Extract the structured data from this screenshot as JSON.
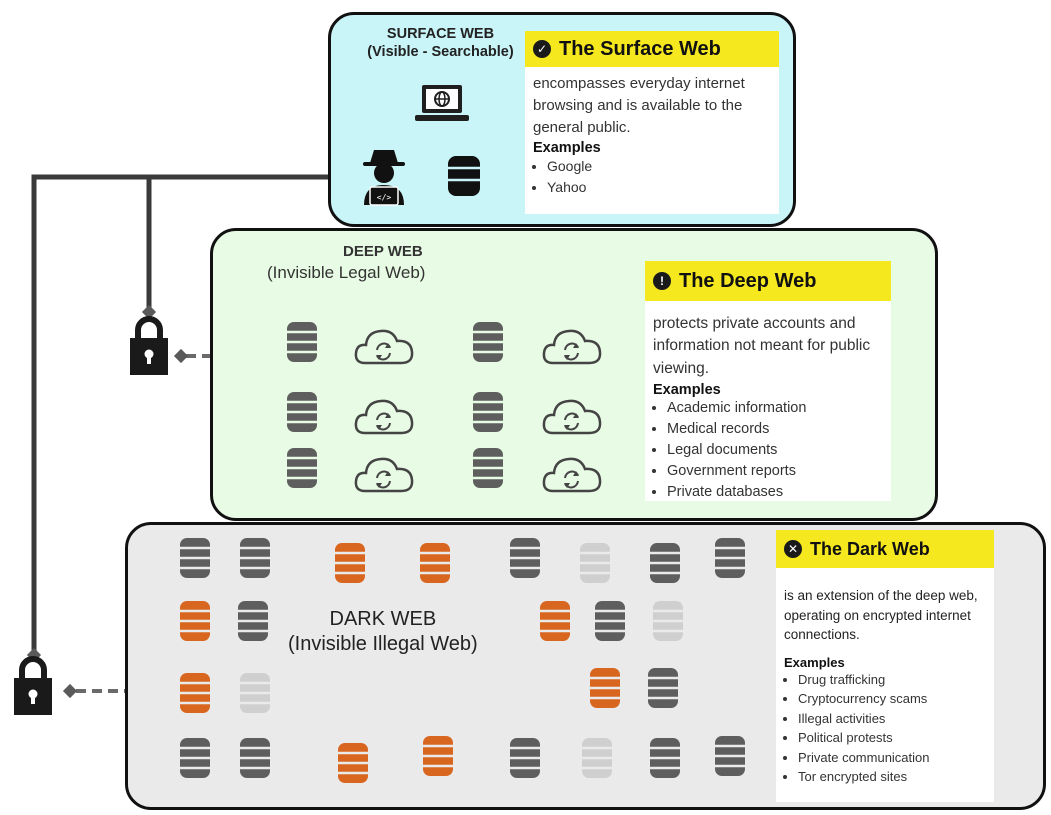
{
  "colors": {
    "surface_bg": "#c9f4f8",
    "deep_bg": "#e8fbe4",
    "dark_bg": "#eaeaea",
    "highlight": "#f5e81e",
    "db_gray": "#5e5e5e",
    "db_orange": "#d9661f",
    "db_light": "#cfcfcf",
    "line": "#3a3a3a"
  },
  "surface": {
    "title_line1": "SURFACE WEB",
    "title_line2": "(Visible - Searchable)",
    "info": {
      "badge_icon": "check-circle-icon",
      "heading": "The Surface Web",
      "description": "encompasses everyday internet browsing and is available to the general public.",
      "examples_label": "Examples",
      "examples": [
        "Google",
        "Yahoo"
      ]
    },
    "icons": [
      "laptop-globe-icon",
      "hacker-icon",
      "database-icon"
    ]
  },
  "deep": {
    "title_line1": "DEEP WEB",
    "title_line2": "(Invisible Legal Web)",
    "info": {
      "badge_icon": "exclamation-circle-icon",
      "heading": "The Deep Web",
      "description": "protects private accounts and information not meant for public viewing.",
      "examples_label": "Examples",
      "examples": [
        "Academic information",
        "Medical records",
        "Legal documents",
        "Government reports",
        "Private databases"
      ]
    },
    "icons": [
      "database-icon",
      "cloud-sync-icon"
    ]
  },
  "dark": {
    "title_line1": "DARK WEB",
    "title_line2": "(Invisible Illegal Web)",
    "info": {
      "badge_icon": "x-circle-icon",
      "heading": "The Dark Web",
      "description": "is an extension of the deep web, operating on encrypted internet connections.",
      "examples_label": "Examples",
      "examples": [
        "Drug trafficking",
        "Cryptocurrency scams",
        "Illegal activities",
        "Political protests",
        "Private communication",
        "Tor encrypted sites"
      ]
    },
    "icons": [
      "database-icon",
      "lock-icon"
    ]
  }
}
